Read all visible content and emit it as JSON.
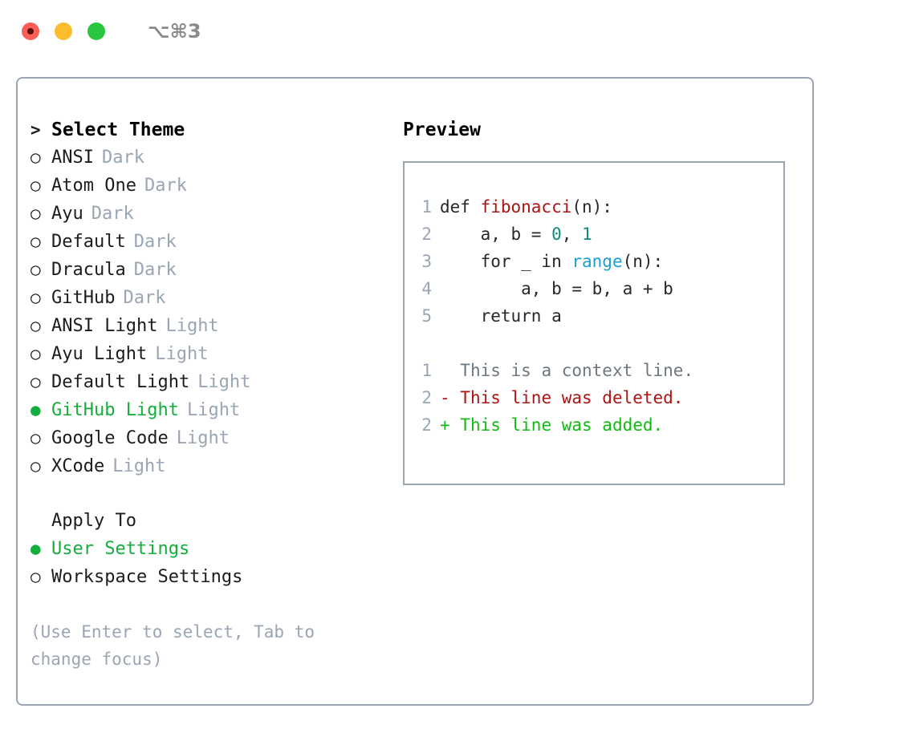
{
  "titlebar": {
    "shortcut": "⌥⌘3",
    "buttons": [
      {
        "name": "close",
        "color": "#fa5e57"
      },
      {
        "name": "minimize",
        "color": "#fcbc2e"
      },
      {
        "name": "zoom",
        "color": "#28c73f"
      }
    ]
  },
  "theme_picker": {
    "header_prefix": ">",
    "header": "Select Theme",
    "bullet_unselected": "○",
    "bullet_selected": "●",
    "items": [
      {
        "name": "ANSI",
        "kind": "Dark",
        "selected": false
      },
      {
        "name": "Atom One",
        "kind": "Dark",
        "selected": false
      },
      {
        "name": "Ayu",
        "kind": "Dark",
        "selected": false
      },
      {
        "name": "Default",
        "kind": "Dark",
        "selected": false
      },
      {
        "name": "Dracula",
        "kind": "Dark",
        "selected": false
      },
      {
        "name": "GitHub",
        "kind": "Dark",
        "selected": false
      },
      {
        "name": "ANSI Light",
        "kind": "Light",
        "selected": false
      },
      {
        "name": "Ayu Light",
        "kind": "Light",
        "selected": false
      },
      {
        "name": "Default Light",
        "kind": "Light",
        "selected": false
      },
      {
        "name": "GitHub Light",
        "kind": "Light",
        "selected": true
      },
      {
        "name": "Google Code",
        "kind": "Light",
        "selected": false
      },
      {
        "name": "XCode",
        "kind": "Light",
        "selected": false
      }
    ]
  },
  "apply_to": {
    "header": "Apply To",
    "items": [
      {
        "name": "User Settings",
        "selected": true
      },
      {
        "name": "Workspace Settings",
        "selected": false
      }
    ]
  },
  "hint": "(Use Enter to select, Tab to change focus)",
  "preview": {
    "title": "Preview",
    "code_lines": [
      {
        "num": "1",
        "tokens": [
          {
            "t": "def ",
            "c": "kw"
          },
          {
            "t": "fibonacci",
            "c": "fn"
          },
          {
            "t": "(n):",
            "c": "plain"
          }
        ]
      },
      {
        "num": "2",
        "tokens": [
          {
            "t": "    a, b = ",
            "c": "plain"
          },
          {
            "t": "0",
            "c": "num"
          },
          {
            "t": ", ",
            "c": "plain"
          },
          {
            "t": "1",
            "c": "num"
          }
        ]
      },
      {
        "num": "3",
        "tokens": [
          {
            "t": "    for _ in ",
            "c": "kw"
          },
          {
            "t": "range",
            "c": "call"
          },
          {
            "t": "(n):",
            "c": "plain"
          }
        ]
      },
      {
        "num": "4",
        "tokens": [
          {
            "t": "        a, b = b, a + b",
            "c": "plain"
          }
        ]
      },
      {
        "num": "5",
        "tokens": [
          {
            "t": "    return a",
            "c": "kw"
          }
        ]
      }
    ],
    "diff_lines": [
      {
        "num": "1",
        "marker": " ",
        "text": "This is a context line.",
        "kind": "ctx"
      },
      {
        "num": "2",
        "marker": "-",
        "text": "This line was deleted.",
        "kind": "del"
      },
      {
        "num": "2",
        "marker": "+",
        "text": "This line was added.",
        "kind": "add"
      }
    ]
  },
  "colors": {
    "accent_green": "#14ae3c",
    "border": "#9aa5b1",
    "muted_text": "#9aa5b5",
    "diff_add": "#11bb11",
    "diff_del": "#b01313",
    "syntax_function": "#b01313",
    "syntax_number": "#0f8a7e",
    "syntax_call": "#1a9fd4"
  }
}
